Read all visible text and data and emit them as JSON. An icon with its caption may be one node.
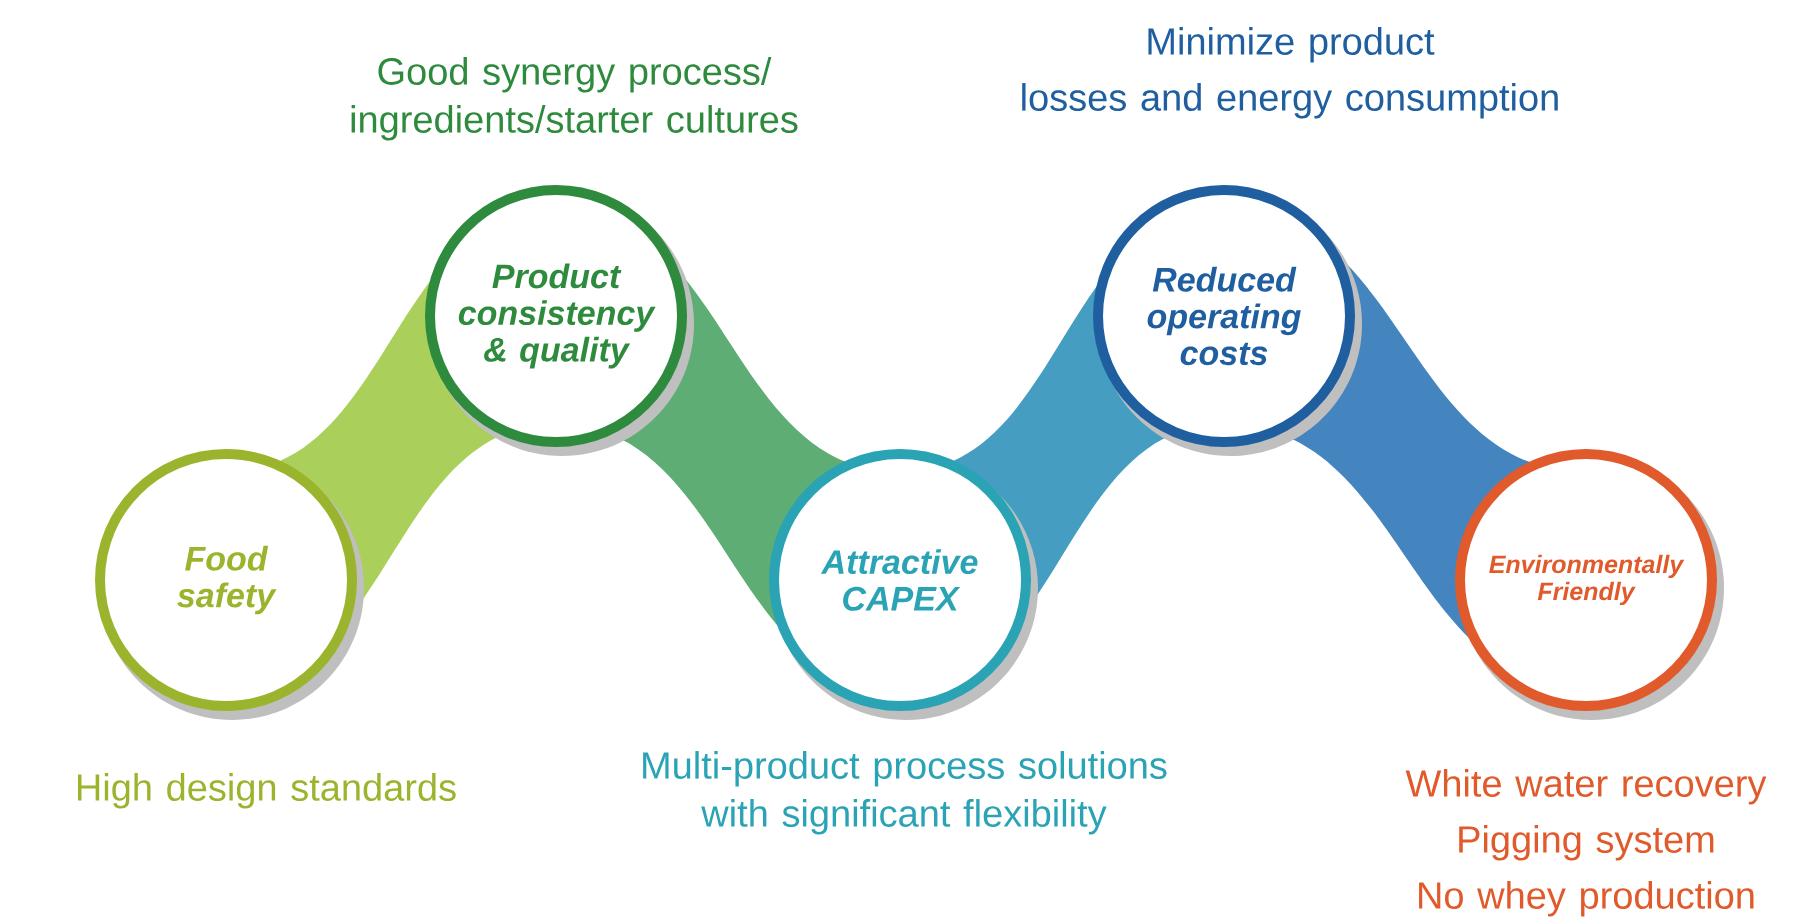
{
  "diagram": {
    "nodes": [
      {
        "text": [
          "Food safety"
        ],
        "beside": [
          "High design standards"
        ]
      },
      {
        "text": [
          "Product consistency & quality"
        ],
        "beside": [
          "Good synergy process/ ingredients/starter cultures"
        ]
      },
      {
        "text": [
          "Attractive CAPEX"
        ],
        "beside": [
          "Multi-product process solutions with significant flexibility"
        ]
      },
      {
        "text": [
          "Reduced operating costs"
        ],
        "beside": [
          "Minimize product",
          "losses and energy consumption"
        ]
      },
      {
        "text": [
          "Environmentally Friendly"
        ],
        "beside": [
          "White water recovery",
          "Pigging system",
          "No whey production"
        ]
      }
    ]
  }
}
